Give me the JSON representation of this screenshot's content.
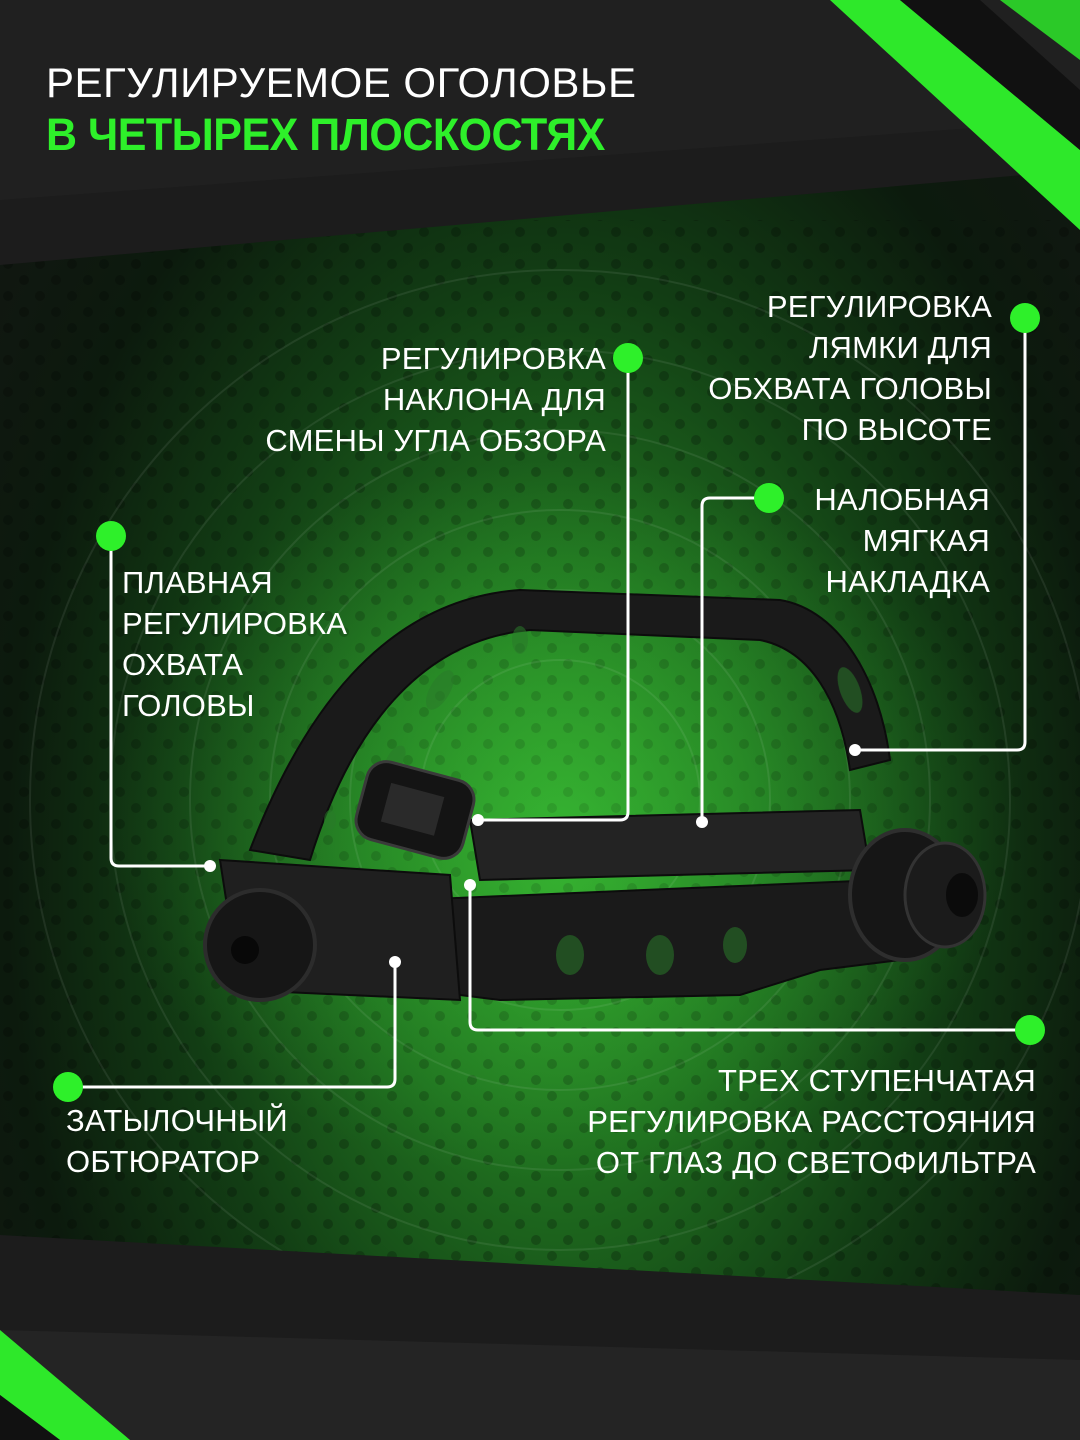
{
  "headline": {
    "line1": "РЕГУЛИРУЕМОЕ ОГОЛОВЬЕ",
    "line2": "В ЧЕТЫРЕХ ПЛОСКОСТЯХ"
  },
  "callouts": {
    "tilt": [
      "РЕГУЛИРОВКА",
      "НАКЛОНА ДЛЯ",
      "СМЕНЫ УГЛА ОБЗОРА"
    ],
    "strap_height": [
      "РЕГУЛИРОВКА",
      "ЛЯМКИ ДЛЯ",
      "ОБХВАТА ГОЛОВЫ",
      "ПО ВЫСОТЕ"
    ],
    "forehead_pad": [
      "НАЛОБНАЯ",
      "МЯГКАЯ",
      "НАКЛАДКА"
    ],
    "smooth_adjust": [
      "ПЛАВНАЯ",
      "РЕГУЛИРОВКА",
      "ОХВАТА",
      "ГОЛОВЫ"
    ],
    "occipital": [
      "ЗАТЫЛОЧНЫЙ",
      "ОБТЮРАТОР"
    ],
    "distance": [
      "ТРЕХ СТУПЕНЧАТАЯ",
      "РЕГУЛИРОВКА РАССТОЯНИЯ",
      "ОТ ГЛАЗ ДО СВЕТОФИЛЬТРА"
    ]
  },
  "colors": {
    "accent": "#2ef02a",
    "text": "#ffffff",
    "dark": "#151515"
  }
}
